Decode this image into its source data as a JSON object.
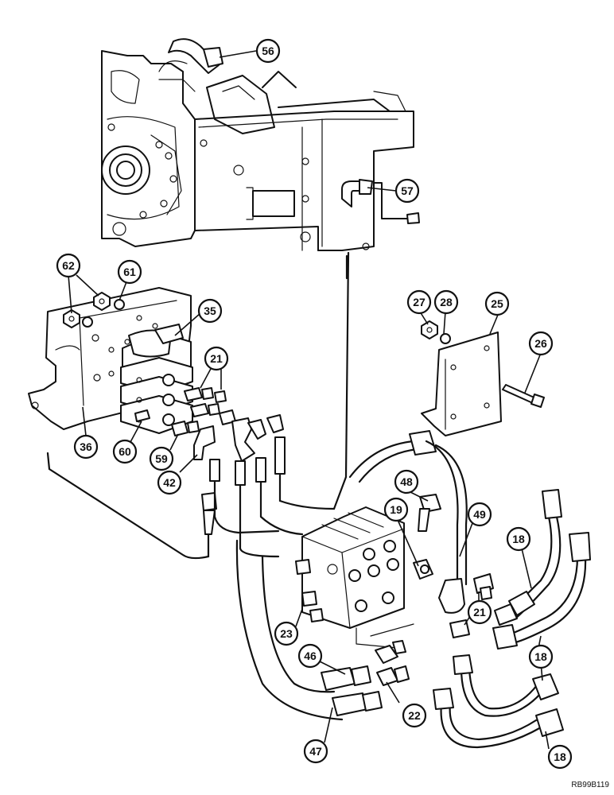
{
  "callouts": [
    {
      "id": "c56",
      "label": "56"
    },
    {
      "id": "c57",
      "label": "57"
    },
    {
      "id": "c62",
      "label": "62"
    },
    {
      "id": "c61",
      "label": "61"
    },
    {
      "id": "c35",
      "label": "35"
    },
    {
      "id": "c21a",
      "label": "21"
    },
    {
      "id": "c36",
      "label": "36"
    },
    {
      "id": "c60",
      "label": "60"
    },
    {
      "id": "c59",
      "label": "59"
    },
    {
      "id": "c42",
      "label": "42"
    },
    {
      "id": "c27",
      "label": "27"
    },
    {
      "id": "c28",
      "label": "28"
    },
    {
      "id": "c25",
      "label": "25"
    },
    {
      "id": "c26",
      "label": "26"
    },
    {
      "id": "c48",
      "label": "48"
    },
    {
      "id": "c19",
      "label": "19"
    },
    {
      "id": "c49",
      "label": "49"
    },
    {
      "id": "c18a",
      "label": "18"
    },
    {
      "id": "c21b",
      "label": "21"
    },
    {
      "id": "c23",
      "label": "23"
    },
    {
      "id": "c46",
      "label": "46"
    },
    {
      "id": "c18b",
      "label": "18"
    },
    {
      "id": "c22",
      "label": "22"
    },
    {
      "id": "c47",
      "label": "47"
    },
    {
      "id": "c18c",
      "label": "18"
    }
  ],
  "reference_code": "RB99B119"
}
